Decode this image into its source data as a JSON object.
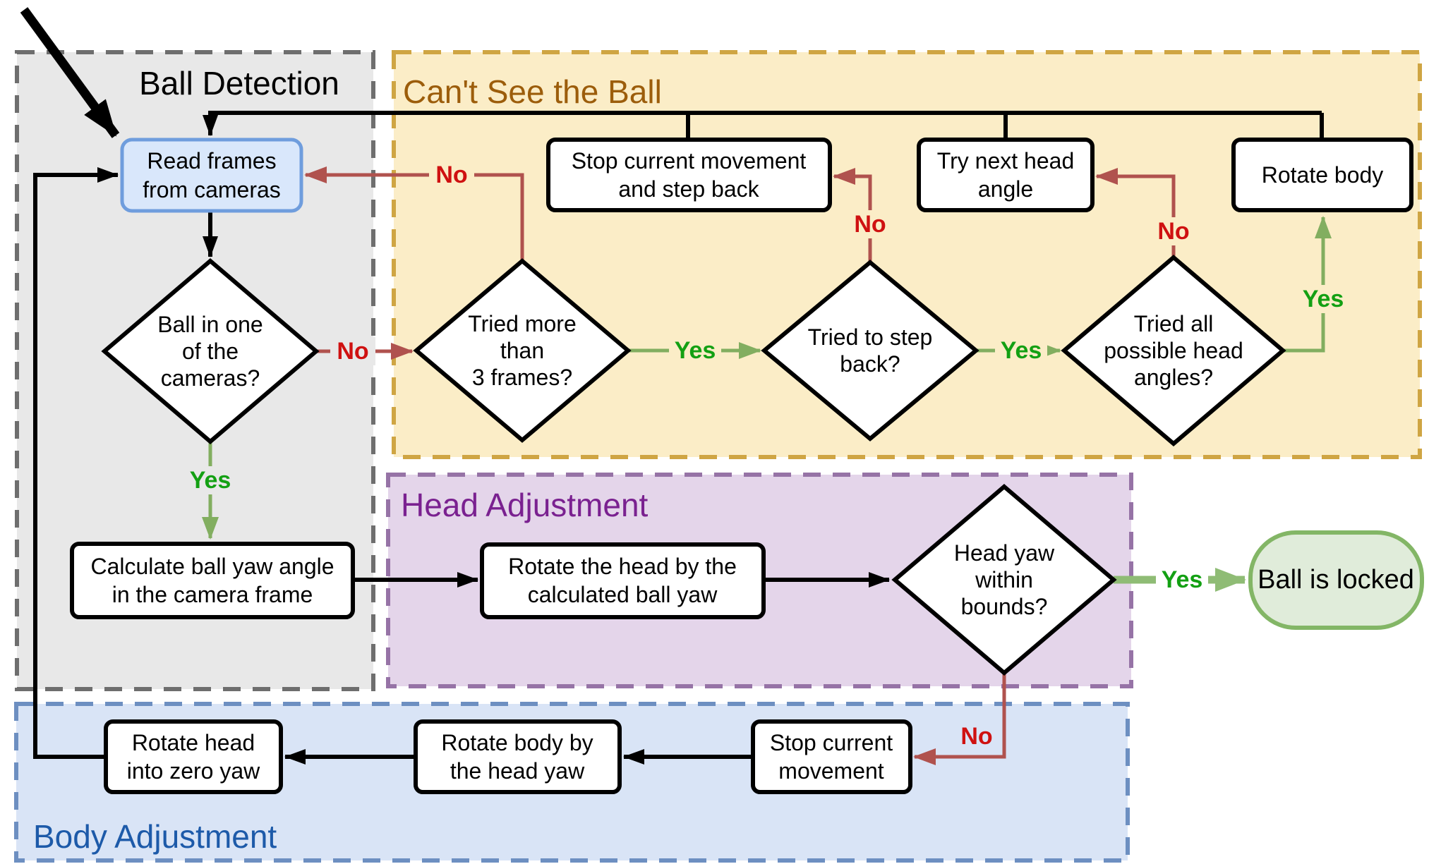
{
  "diagram": {
    "regions": {
      "ball_detection": {
        "label": "Ball Detection",
        "fill": "#e8e8e8",
        "border": "#6e6e6e",
        "label_color": "#000000"
      },
      "cant_see_the_ball": {
        "label": "Can't See the Ball",
        "fill": "#fbedc7",
        "border": "#cfa543",
        "label_color": "#9c5d0b"
      },
      "head_adjustment": {
        "label": "Head Adjustment",
        "fill": "#e4d5ea",
        "border": "#9673a6",
        "label_color": "#7a2190"
      },
      "body_adjustment": {
        "label": "Body Adjustment",
        "fill": "#d9e4f6",
        "border": "#6d8fc1",
        "label_color": "#1d5aa9"
      }
    },
    "nodes": {
      "read_frames": {
        "type": "process-start",
        "lines": [
          "Read frames",
          "from cameras"
        ]
      },
      "ball_in_cameras": {
        "type": "decision",
        "lines": [
          "Ball in one",
          "of the",
          "cameras?"
        ]
      },
      "calc_ball_yaw": {
        "type": "process",
        "lines": [
          "Calculate ball yaw angle",
          "in the camera frame"
        ]
      },
      "tried_3_frames": {
        "type": "decision",
        "lines": [
          "Tried more",
          "than",
          "3 frames?"
        ]
      },
      "stop_and_step_back": {
        "type": "process",
        "lines": [
          "Stop current movement",
          "and step back"
        ]
      },
      "tried_step_back": {
        "type": "decision",
        "lines": [
          "Tried to step",
          "back?"
        ]
      },
      "try_next_head": {
        "type": "process",
        "lines": [
          "Try next head",
          "angle"
        ]
      },
      "tried_all_angles": {
        "type": "decision",
        "lines": [
          "Tried all",
          "possible head",
          "angles?"
        ]
      },
      "rotate_body": {
        "type": "process",
        "lines": [
          "Rotate body"
        ]
      },
      "rotate_head_by_yaw": {
        "type": "process",
        "lines": [
          "Rotate the head by the",
          "calculated ball yaw"
        ]
      },
      "head_yaw_bounds": {
        "type": "decision",
        "lines": [
          "Head yaw",
          "within",
          "bounds?"
        ]
      },
      "ball_locked": {
        "type": "terminal",
        "lines": [
          "Ball is locked"
        ]
      },
      "stop_current": {
        "type": "process",
        "lines": [
          "Stop current",
          "movement"
        ]
      },
      "rotate_body_by_head": {
        "type": "process",
        "lines": [
          "Rotate body by",
          "the head yaw"
        ]
      },
      "rotate_head_zero": {
        "type": "process",
        "lines": [
          "Rotate head",
          "into zero yaw"
        ]
      }
    },
    "edge_labels": {
      "yes": "Yes",
      "no": "No"
    },
    "colors": {
      "black_edge": "#000000",
      "red_edge": "#b0524e",
      "red_label": "#cf1111",
      "green_edge": "#82ae60",
      "green_edge_thick": "#8fbc75",
      "green_label": "#13a013",
      "start_node_fill": "#d9e7fb",
      "start_node_border": "#6f9ddd",
      "terminal_fill": "#e0ecda",
      "terminal_border": "#83b666"
    }
  }
}
